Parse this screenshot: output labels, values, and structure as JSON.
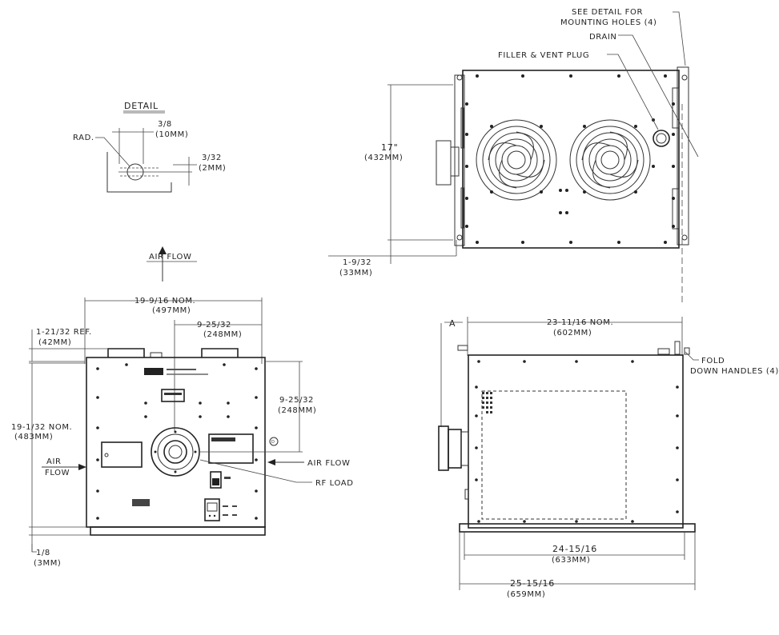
{
  "detail": {
    "title": "DETAIL",
    "rad_label": "RAD.",
    "dim_width": "3/8",
    "dim_width_mm": "(10MM)",
    "dim_depth": "3/32",
    "dim_depth_mm": "(2MM)"
  },
  "top_view": {
    "see_detail_line1": "SEE DETAIL FOR",
    "see_detail_line2": "MOUNTING HOLES (4)",
    "drain": "DRAIN",
    "filler_vent": "FILLER & VENT PLUG",
    "height": "17\"",
    "height_mm": "(432MM)",
    "offset": "1-9/32",
    "offset_mm": "(33MM)"
  },
  "front_view": {
    "air_flow_top": "AIR FLOW",
    "width": "19-9/16 NOM.",
    "width_mm": "(497MM)",
    "center_h": "9-25/32",
    "center_h_mm": "(248MM)",
    "handle_height": "1-21/32 REF.",
    "handle_height_mm": "(42MM)",
    "height": "19-1/32 NOM.",
    "height_mm": "(483MM)",
    "center_v": "9-25/32",
    "center_v_mm": "(248MM)",
    "air_flow_left_1": "AIR",
    "air_flow_left_2": "FLOW",
    "air_flow_right": "AIR FLOW",
    "rf_load": "RF LOAD",
    "foot": "1/8",
    "foot_mm": "(3MM)",
    "callout": "D"
  },
  "side_view": {
    "section_mark": "A",
    "width": "23-11/16 NOM.",
    "width_mm": "(602MM)",
    "handles_1": "FOLD",
    "handles_2": "DOWN HANDLES (4)",
    "base_width": "24-15/16",
    "base_width_mm": "(633MM)",
    "overall": "25-15/16",
    "overall_mm": "(659MM)"
  }
}
